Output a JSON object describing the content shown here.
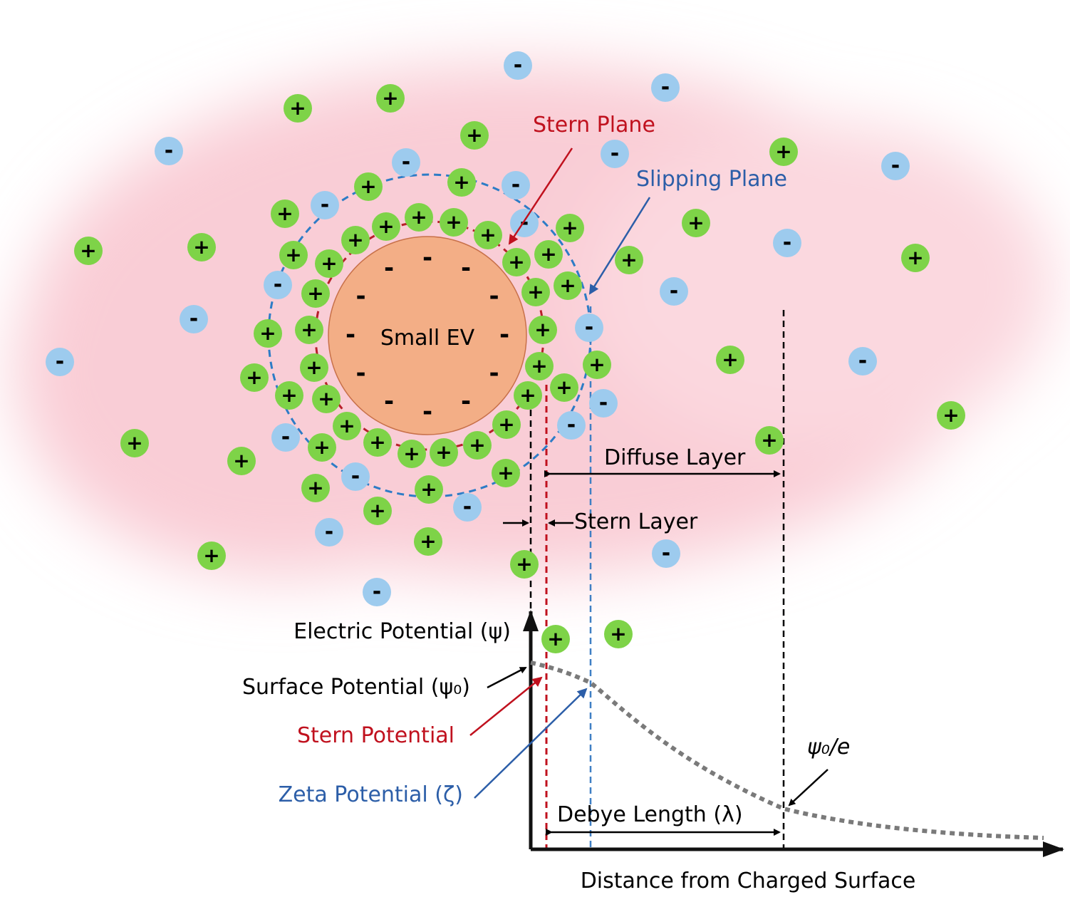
{
  "core": {
    "label": "Small EV",
    "color": "#f3ae86"
  },
  "labels": {
    "stern_plane": "Stern Plane",
    "slipping_plane": "Slipping Plane",
    "diffuse_layer": "Diffuse Layer",
    "stern_layer": "Stern Layer",
    "electric_potential": "Electric Potential (ψ)",
    "surface_potential": "Surface Potential (ψ₀)",
    "stern_potential": "Stern Potential",
    "zeta_potential": "Zeta Potential (ζ)",
    "psi_over_e": "ψ₀/e",
    "debye_length": "Debye Length (λ)",
    "x_axis": "Distance from Charged Surface"
  },
  "ion_signs": {
    "positive": "+",
    "negative": "-"
  },
  "colors": {
    "positive_ion": "#7ed348",
    "negative_ion": "#9dcbee",
    "stern": "#c0111e",
    "slipping": "#2c5ea8",
    "cloud": "#f9cdd6",
    "axis": "#222222",
    "curve": "#7a7a7a"
  },
  "ions": {
    "positive": [
      [
        418,
        152
      ],
      [
        548,
        138
      ],
      [
        666,
        190
      ],
      [
        1100,
        213
      ],
      [
        517,
        262
      ],
      [
        648,
        256
      ],
      [
        400,
        300
      ],
      [
        283,
        347
      ],
      [
        124,
        352
      ],
      [
        542,
        318
      ],
      [
        588,
        305
      ],
      [
        637,
        312
      ],
      [
        499,
        337
      ],
      [
        685,
        330
      ],
      [
        800,
        320
      ],
      [
        977,
        313
      ],
      [
        412,
        358
      ],
      [
        462,
        370
      ],
      [
        725,
        368
      ],
      [
        770,
        357
      ],
      [
        883,
        365
      ],
      [
        1285,
        362
      ],
      [
        443,
        412
      ],
      [
        752,
        410
      ],
      [
        797,
        401
      ],
      [
        376,
        468
      ],
      [
        434,
        463
      ],
      [
        762,
        463
      ],
      [
        838,
        512
      ],
      [
        441,
        516
      ],
      [
        757,
        514
      ],
      [
        1025,
        505
      ],
      [
        357,
        530
      ],
      [
        406,
        555
      ],
      [
        458,
        560
      ],
      [
        741,
        555
      ],
      [
        792,
        544
      ],
      [
        1335,
        583
      ],
      [
        189,
        622
      ],
      [
        487,
        598
      ],
      [
        711,
        596
      ],
      [
        530,
        621
      ],
      [
        578,
        637
      ],
      [
        623,
        635
      ],
      [
        670,
        625
      ],
      [
        452,
        628
      ],
      [
        1080,
        618
      ],
      [
        339,
        647
      ],
      [
        710,
        664
      ],
      [
        443,
        685
      ],
      [
        602,
        687
      ],
      [
        530,
        717
      ],
      [
        601,
        760
      ],
      [
        297,
        780
      ],
      [
        736,
        792
      ],
      [
        780,
        897
      ],
      [
        868,
        890
      ]
    ],
    "negative": [
      [
        727,
        92
      ],
      [
        934,
        123
      ],
      [
        237,
        212
      ],
      [
        570,
        228
      ],
      [
        863,
        216
      ],
      [
        724,
        260
      ],
      [
        1257,
        233
      ],
      [
        456,
        288
      ],
      [
        736,
        313
      ],
      [
        1105,
        341
      ],
      [
        390,
        400
      ],
      [
        946,
        409
      ],
      [
        272,
        448
      ],
      [
        827,
        460
      ],
      [
        84,
        508
      ],
      [
        1211,
        507
      ],
      [
        847,
        566
      ],
      [
        802,
        597
      ],
      [
        401,
        614
      ],
      [
        499,
        669
      ],
      [
        656,
        712
      ],
      [
        462,
        747
      ],
      [
        935,
        777
      ],
      [
        529,
        831
      ]
    ]
  }
}
